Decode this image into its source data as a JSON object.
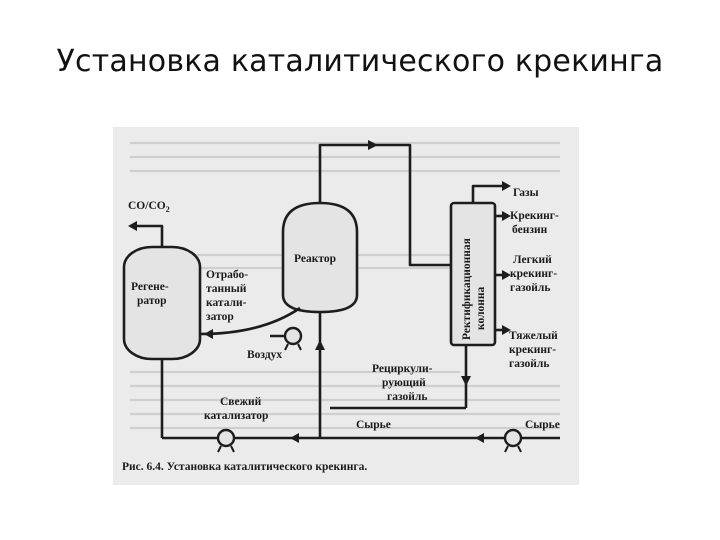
{
  "slide": {
    "title": "Установка каталитического крекинга"
  },
  "figure": {
    "caption": "Рис. 6.4. Установка каталитического крекинга.",
    "labels": {
      "flue_gas": "CO/CO",
      "flue_gas_sub": "2",
      "regenerator_line1": "Регене-",
      "regenerator_line2": "ратор",
      "spent_cat_line1": "Отрабо-",
      "spent_cat_line2": "танный",
      "spent_cat_line3": "катали-",
      "spent_cat_line4": "затор",
      "reactor": "Реактор",
      "column_line1": "Ректификационная",
      "column_line2": "колонна",
      "air": "Воздух",
      "recycle_line1": "Рециркули-",
      "recycle_line2": "рующий",
      "recycle_line3": "газойль",
      "fresh_cat_line1": "Свежий",
      "fresh_cat_line2": "катализатор",
      "feed_left": "Сырье",
      "feed_right": "Сырье",
      "gases": "Газы",
      "gasoline_line1": "Крекинг-",
      "gasoline_line2": "бензин",
      "light_gasoil_line1": "Легкий",
      "light_gasoil_line2": "крекинг-",
      "light_gasoil_line3": "газойль",
      "heavy_gasoil_line1": "Тяжелый",
      "heavy_gasoil_line2": "крекинг-",
      "heavy_gasoil_line3": "газойль"
    }
  }
}
